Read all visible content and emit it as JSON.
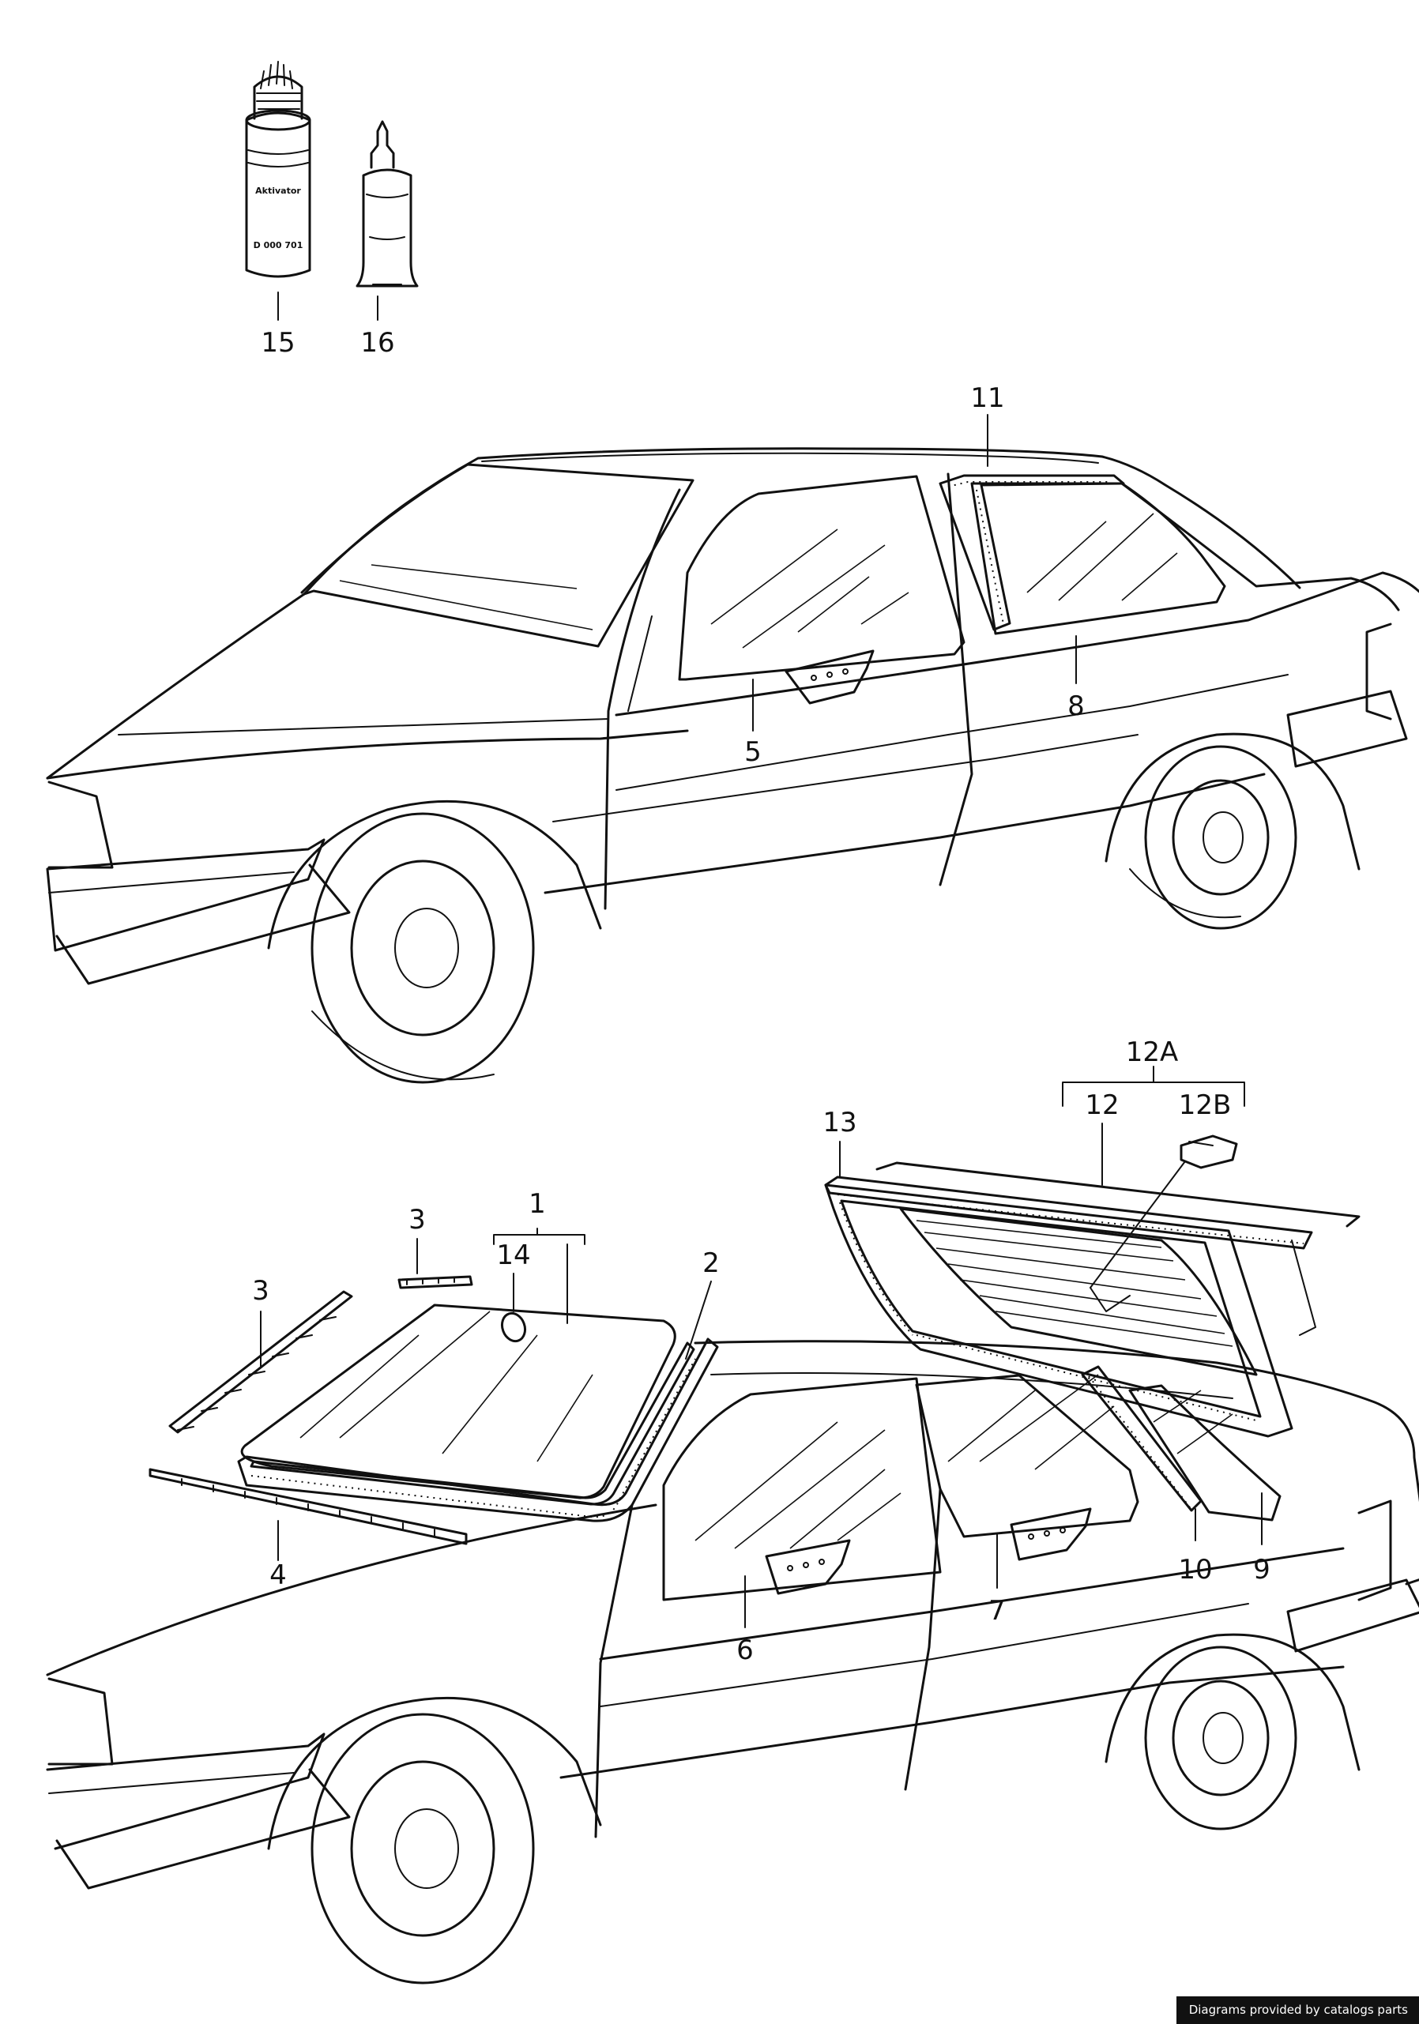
{
  "callouts": {
    "c15": "15",
    "c16": "16",
    "c11": "11",
    "c5": "5",
    "c8": "8",
    "c12A": "12A",
    "c12": "12",
    "c12B": "12B",
    "c13": "13",
    "c1": "1",
    "c3a": "3",
    "c3b": "3",
    "c14": "14",
    "c2": "2",
    "c4": "4",
    "c6": "6",
    "c7": "7",
    "c10": "10",
    "c9": "9"
  },
  "products": {
    "activator_label": "Aktivator",
    "activator_code": "D 000 701"
  },
  "credit": "Diagrams provided by catalogs parts"
}
